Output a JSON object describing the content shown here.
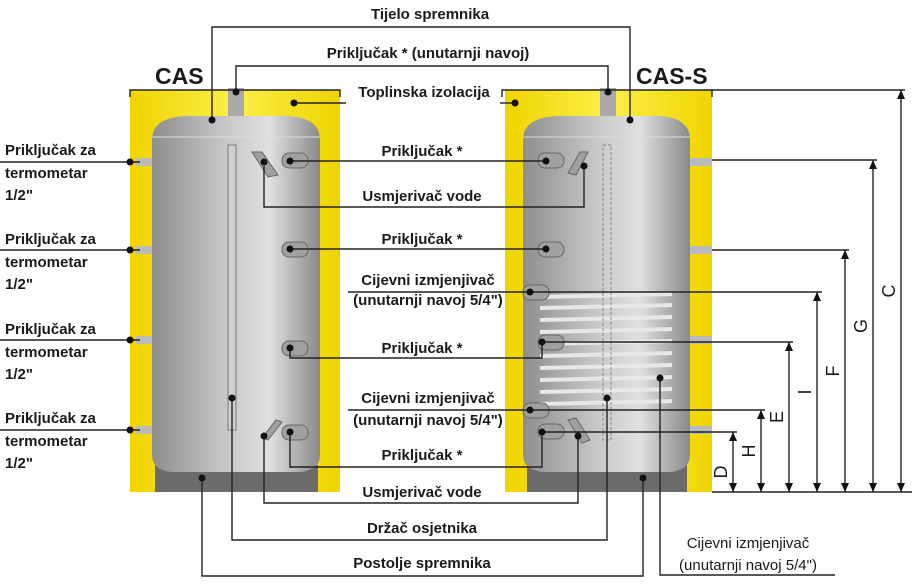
{
  "titles": {
    "cas": "CAS",
    "cas_s": "CAS-S"
  },
  "labels": {
    "tank_body": "Tijelo spremnika",
    "top_connection": "Priključak * (unutarnji navoj)",
    "insulation": "Toplinska izolacija",
    "connection": "Priključak *",
    "water_diverter": "Usmjerivač vode",
    "heat_exchanger": "Cijevni izmjenjivač",
    "heat_exchanger_thread": "(unutarnji navoj 5/4\")",
    "sensor_holder": "Držač osjetnika",
    "tank_stand": "Postolje spremnika",
    "thermometer_line1": "Priključak za",
    "thermometer_line2": "termometar",
    "thermometer_line3": "1/2\""
  },
  "dimensions": [
    "D",
    "H",
    "E",
    "I",
    "F",
    "G",
    "C"
  ],
  "colors": {
    "insulation": "#f5e21a",
    "tank": "#b9b9b9",
    "stand": "#6b6b6b"
  }
}
